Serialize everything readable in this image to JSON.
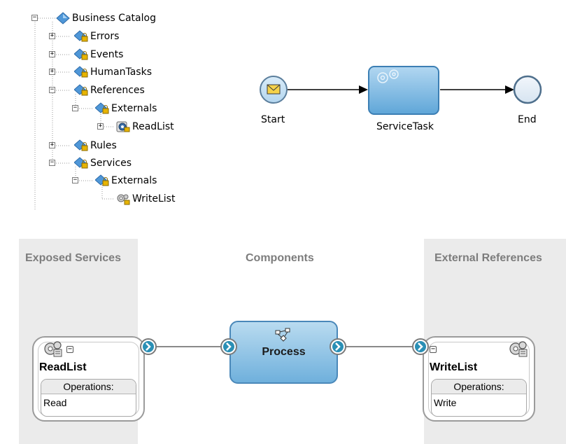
{
  "tree": {
    "root": "Business Catalog",
    "errors": "Errors",
    "events": "Events",
    "human_tasks": "HumanTasks",
    "references": "References",
    "ref_externals": "Externals",
    "read_list": "ReadList",
    "rules": "Rules",
    "services": "Services",
    "svc_externals": "Externals",
    "write_list": "WriteList"
  },
  "bpmn": {
    "start_label": "Start",
    "task_label": "ServiceTask",
    "end_label": "End"
  },
  "composite": {
    "lane_exposed": "Exposed Services",
    "lane_components": "Components",
    "lane_external": "External References",
    "read_card": {
      "name": "ReadList",
      "ops_header": "Operations:",
      "op": "Read"
    },
    "process_label": "Process",
    "write_card": {
      "name": "WriteList",
      "ops_header": "Operations:",
      "op": "Write"
    }
  },
  "colors": {
    "lane_bg": "#ebebeb",
    "lane_title": "#7d7d7d",
    "task_fill": "#7ab8e3",
    "connector": "#2a8fb5"
  }
}
